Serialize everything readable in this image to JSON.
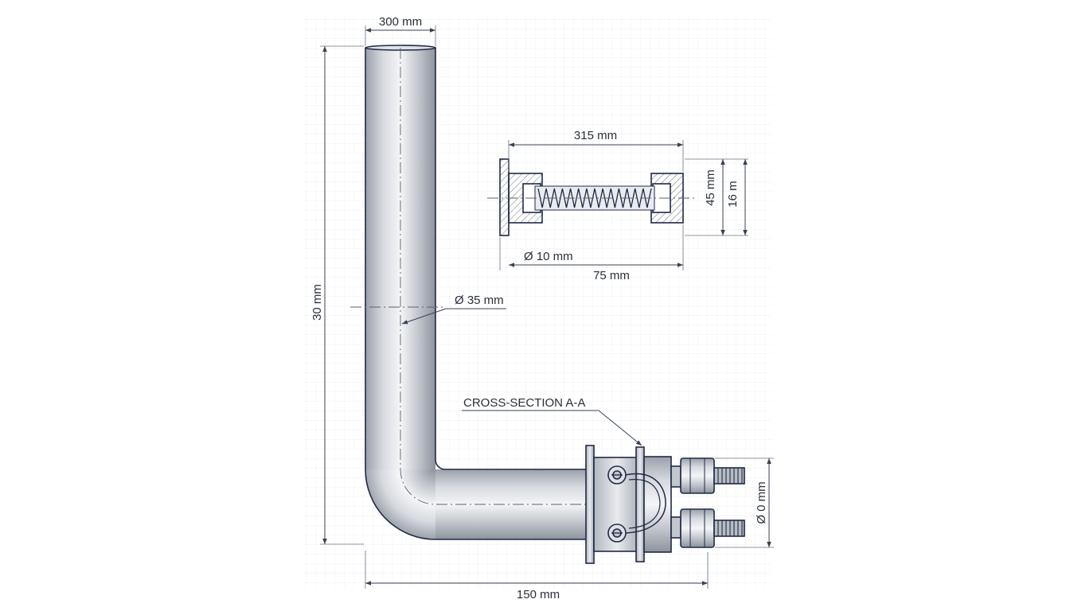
{
  "labels": {
    "top_width": "300 mm",
    "left_height": "30 mm",
    "pipe_diameter": "Ø 35 mm",
    "bottom_length": "150 mm",
    "cross_section": "CROSS-SECTION A-A",
    "fitting_diameter": "Ø 0 mm",
    "detail_length": "315 mm",
    "detail_height_a": "45 mm",
    "detail_height_b": "16 m",
    "detail_rod_diameter": "Ø 10 mm",
    "detail_bottom_length": "75 mm"
  },
  "colors": {
    "line": "#1f2a44",
    "grid": "#e6ebf2",
    "steel_light": "#eef0f3",
    "steel_mid": "#c6cad1",
    "steel_dark": "#8f959f"
  }
}
